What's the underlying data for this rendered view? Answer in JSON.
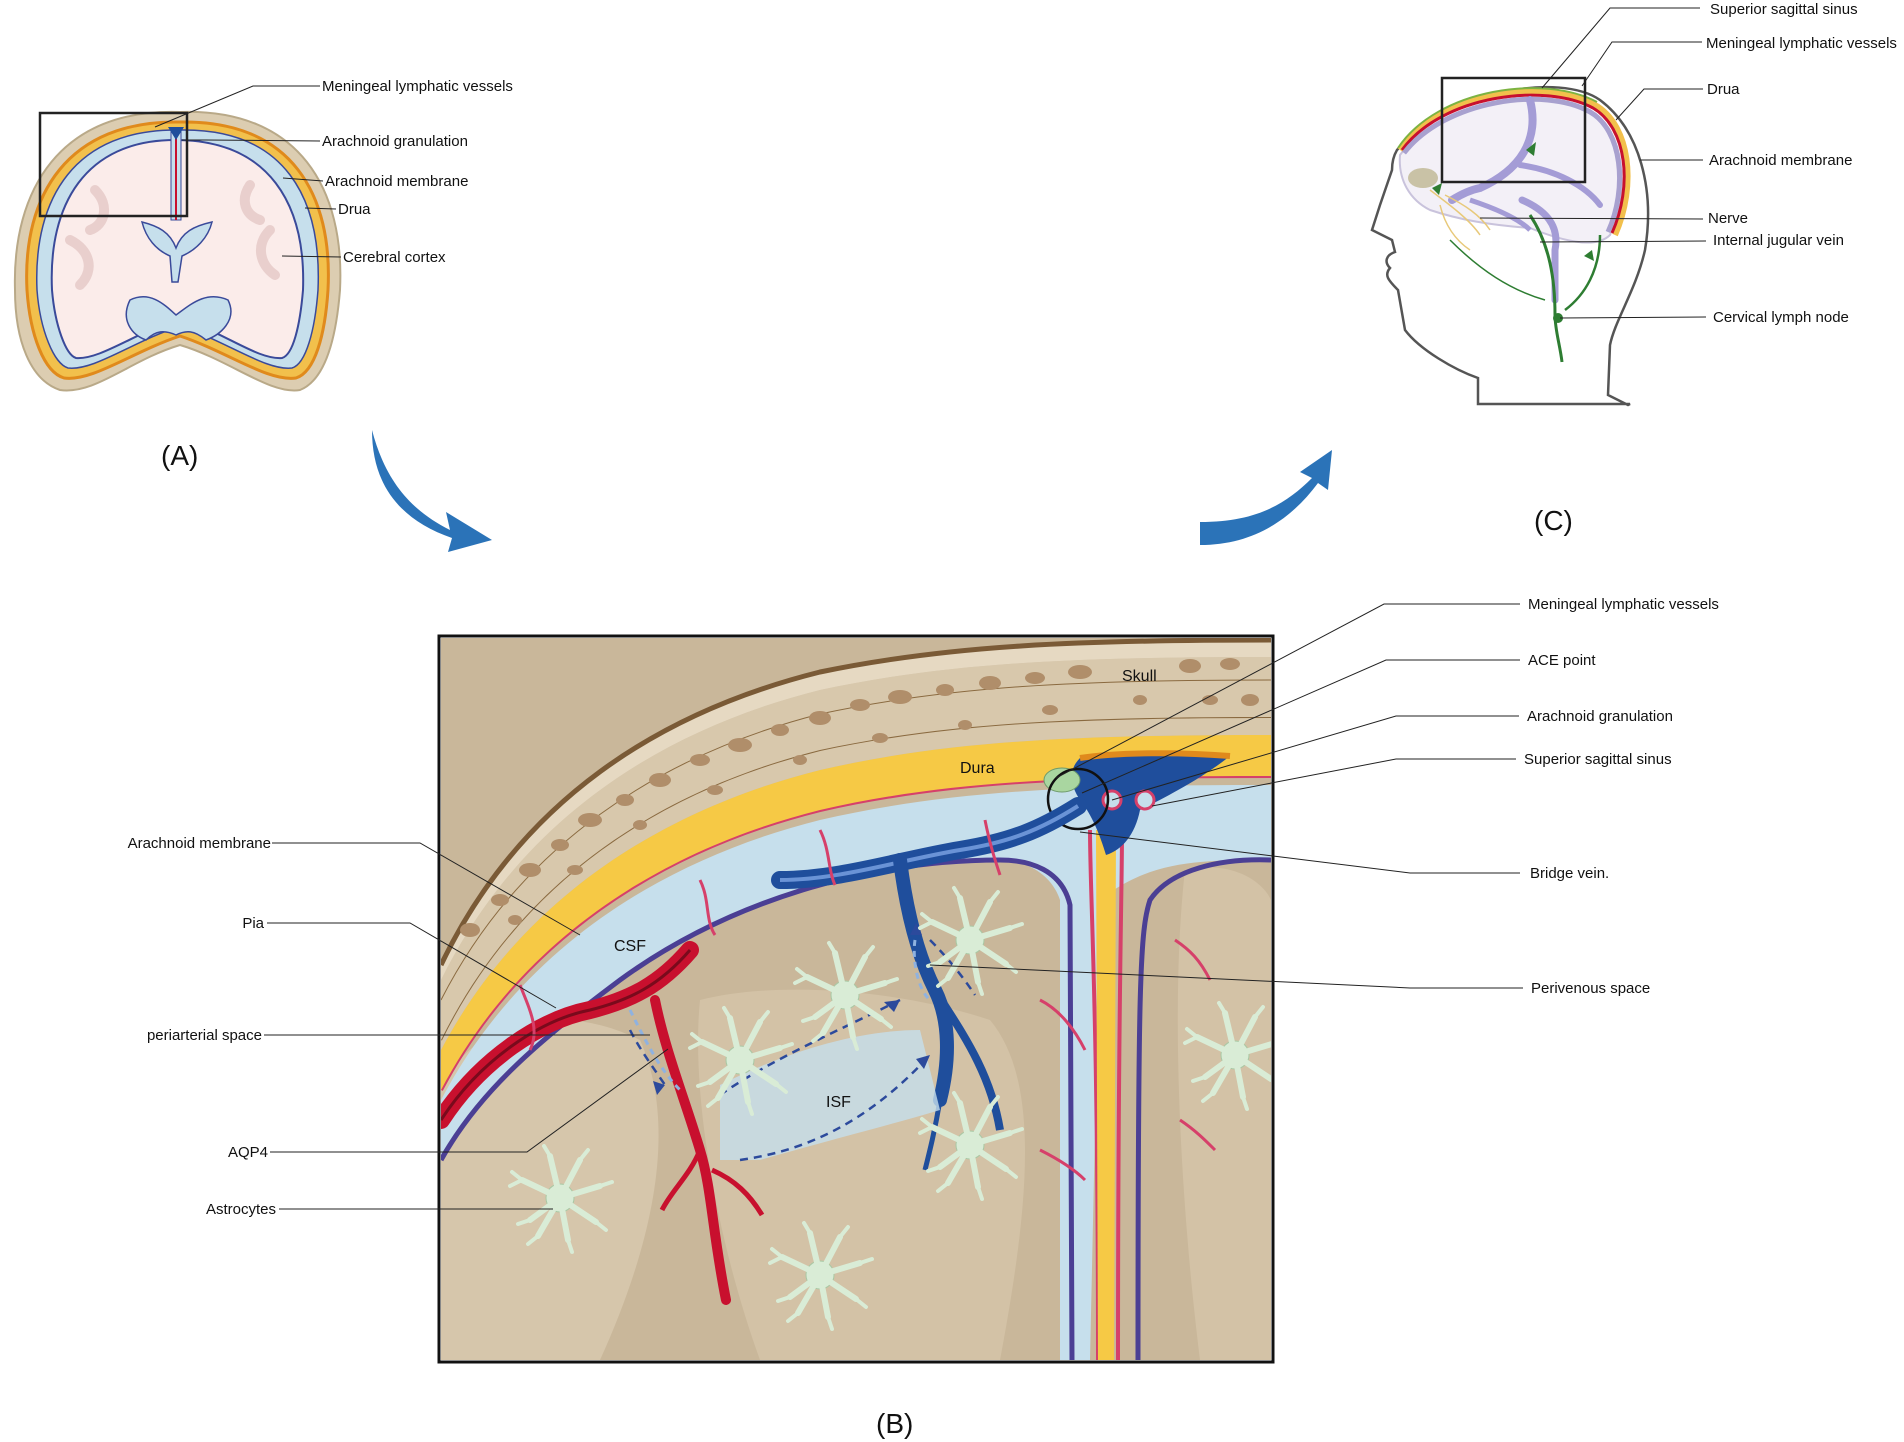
{
  "panels": {
    "a": "(A)",
    "b": "(B)",
    "c": "(C)"
  },
  "panel_a_labels": [
    "Meningeal lymphatic vessels",
    "Arachnoid granulation",
    "Arachnoid membrane",
    "Drua",
    "Cerebral cortex"
  ],
  "panel_c_labels": [
    "Superior sagittal sinus",
    "Meningeal lymphatic vessels",
    "Drua",
    "Arachnoid membrane",
    "Nerve",
    "Internal jugular vein",
    "Cervical lymph node"
  ],
  "panel_b_left_labels": [
    "Arachnoid membrane",
    "Pia",
    "periarterial space",
    "AQP4",
    "Astrocytes"
  ],
  "panel_b_right_labels": [
    "Meningeal lymphatic vessels",
    "ACE point",
    "Arachnoid granulation",
    "Superior sagittal sinus",
    "Bridge vein.",
    "Perivenous space"
  ],
  "panel_b_inner": {
    "skull": "Skull",
    "dura": "Dura",
    "csf": "CSF",
    "isf": "ISF"
  },
  "colors": {
    "arrow": "#2b73b8",
    "artery": "#c8102e",
    "vein": "#1f4e9c",
    "dura": "#f6c945",
    "csf": "#c5dfe8",
    "brain": "#c9b79a",
    "skull": "#d8c8ac",
    "astrocyte": "#d9ecd6",
    "lymph": "#2e7d32"
  }
}
